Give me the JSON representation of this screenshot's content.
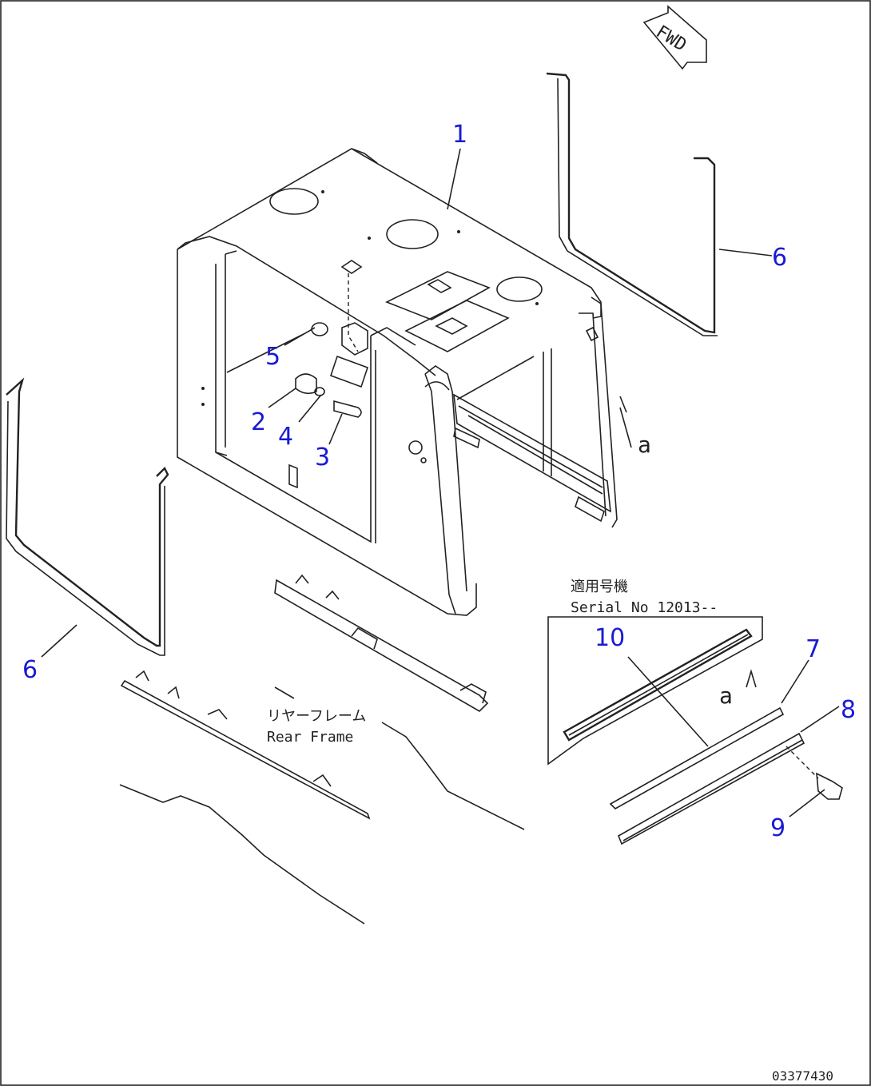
{
  "drawing": {
    "fwd_label": "FWD",
    "callouts": [
      "1",
      "2",
      "3",
      "4",
      "5",
      "6",
      "6",
      "7",
      "8",
      "9",
      "10"
    ],
    "view_ref_a": "a",
    "applicable_title": "適用号機",
    "serial_text": "Serial No 12013--",
    "rear_frame_jp": "リヤーフレーム",
    "rear_frame_en": "Rear Frame",
    "drawing_number": "03377430"
  }
}
